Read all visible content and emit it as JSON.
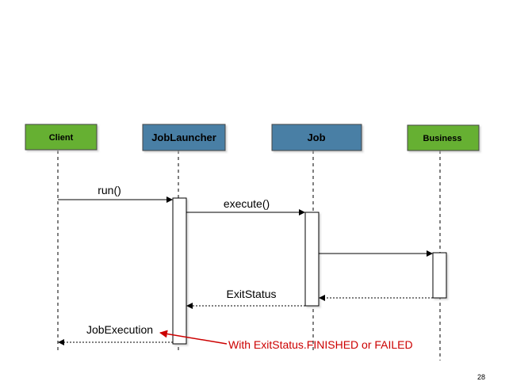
{
  "participants": [
    {
      "id": "client",
      "label": "Client",
      "fill": "#66b032"
    },
    {
      "id": "joblauncher",
      "label": "JobLauncher",
      "fill": "#4a7fa5"
    },
    {
      "id": "job",
      "label": "Job",
      "fill": "#4a7fa5"
    },
    {
      "id": "business",
      "label": "Business",
      "fill": "#66b032"
    }
  ],
  "messages": {
    "run": "run()",
    "execute": "execute()",
    "exit_status": "ExitStatus",
    "job_execution": "JobExecution"
  },
  "annotation": {
    "text": "With ExitStatus.FINISHED or FAILED",
    "color": "#cc0000"
  },
  "page_number": "28"
}
